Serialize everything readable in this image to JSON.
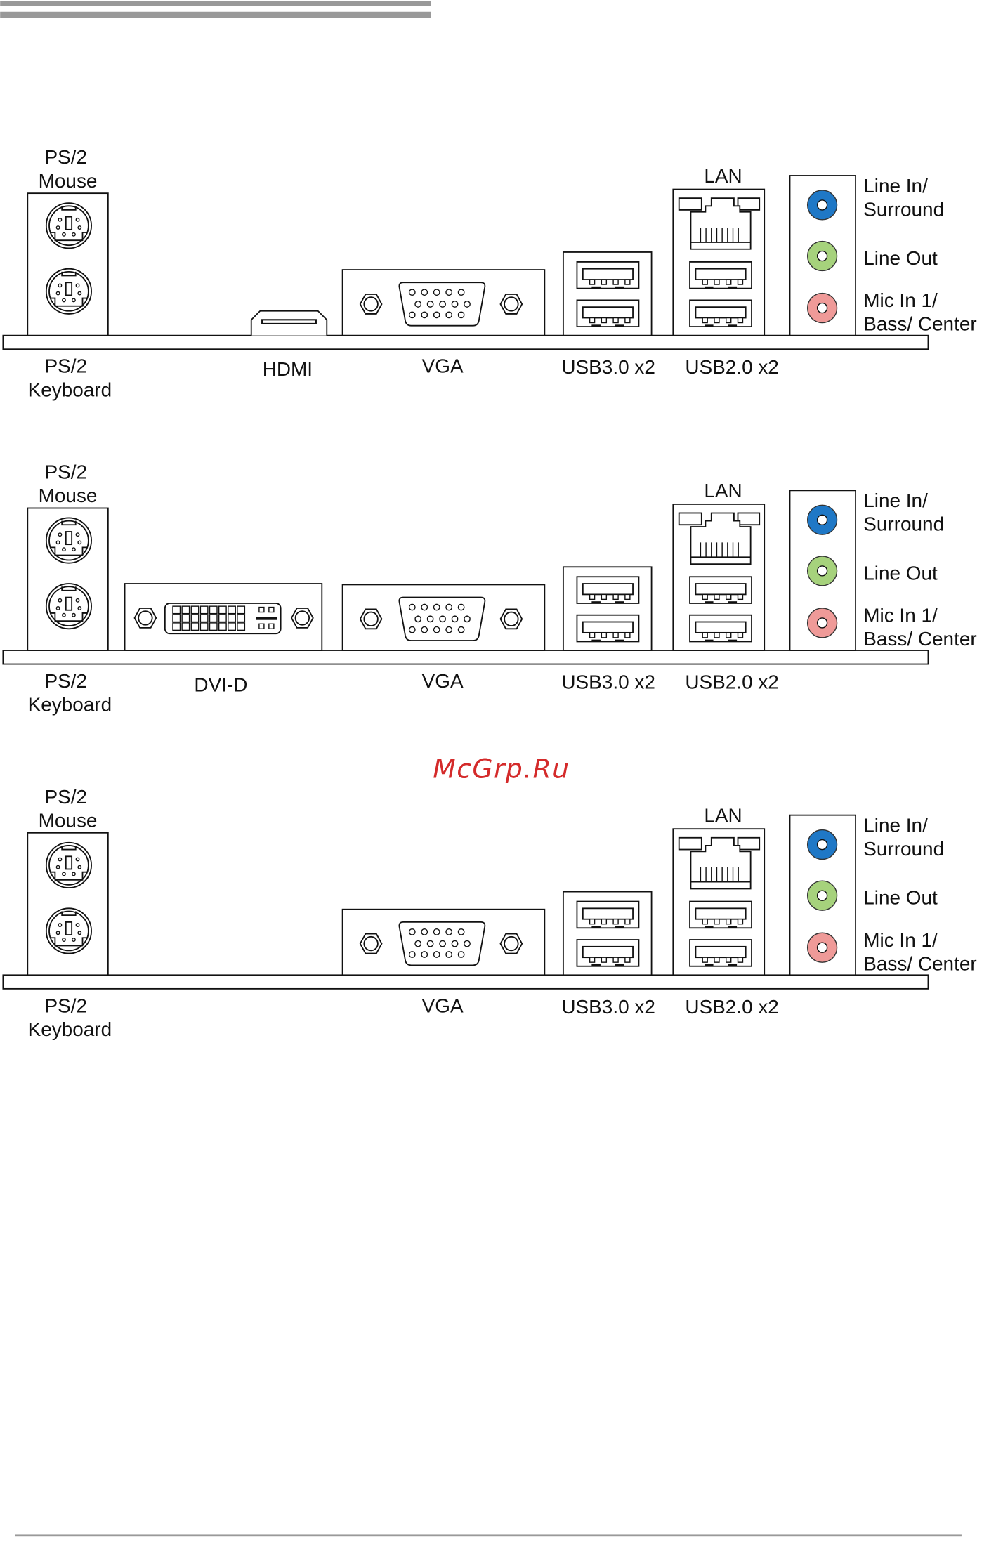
{
  "watermark": "McGrp.Ru",
  "colors": {
    "line_in": "#1f78c6",
    "line_out": "#a6d27c",
    "mic_in": "#ef9a98",
    "rule": "#999999"
  },
  "panels": [
    {
      "connectors": [
        "ps2",
        "hdmi",
        "vga",
        "usb3",
        "lan",
        "audio"
      ],
      "labels": {
        "ps2_mouse": [
          "PS/2",
          "Mouse"
        ],
        "ps2_keyboard": [
          "PS/2",
          "Keyboard"
        ],
        "hdmi": "HDMI",
        "vga": "VGA",
        "usb3": "USB3.0 x2",
        "usb2": "USB2.0 x2",
        "lan": "LAN",
        "audio": [
          "Line In/",
          "Surround",
          "Line Out",
          "Mic In 1/",
          "Bass/ Center"
        ]
      }
    },
    {
      "connectors": [
        "ps2",
        "dvi",
        "vga",
        "usb3",
        "lan",
        "audio"
      ],
      "labels": {
        "ps2_mouse": [
          "PS/2",
          "Mouse"
        ],
        "ps2_keyboard": [
          "PS/2",
          "Keyboard"
        ],
        "dvi": "DVI-D",
        "vga": "VGA",
        "usb3": "USB3.0 x2",
        "usb2": "USB2.0 x2",
        "lan": "LAN",
        "audio": [
          "Line In/",
          "Surround",
          "Line Out",
          "Mic In 1/",
          "Bass/ Center"
        ]
      }
    },
    {
      "connectors": [
        "ps2",
        "vga",
        "usb3",
        "lan",
        "audio"
      ],
      "labels": {
        "ps2_mouse": [
          "PS/2",
          "Mouse"
        ],
        "ps2_keyboard": [
          "PS/2",
          "Keyboard"
        ],
        "vga": "VGA",
        "usb3": "USB3.0 x2",
        "usb2": "USB2.0 x2",
        "lan": "LAN",
        "audio": [
          "Line In/",
          "Surround",
          "Line Out",
          "Mic In 1/",
          "Bass/ Center"
        ]
      }
    }
  ]
}
